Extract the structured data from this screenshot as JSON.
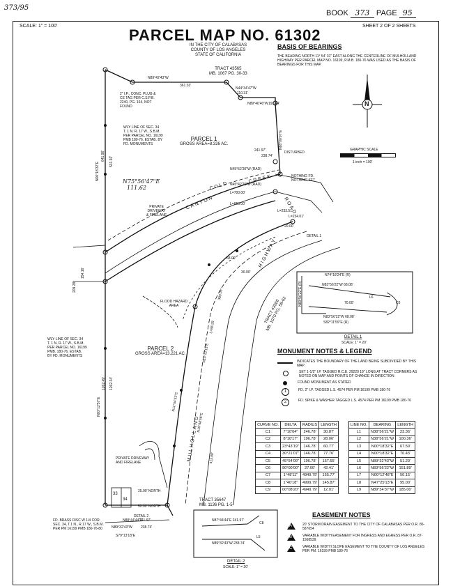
{
  "top_corner": {
    "handwritten_ref": "373/95",
    "book_label": "BOOK",
    "book_number": "373",
    "page_label": "PAGE",
    "page_number": "95"
  },
  "header": {
    "scale": "SCALE: 1\" = 100'",
    "title": "PARCEL MAP NO. 61302",
    "sheet": "SHEET 2 OF 2 SHEETS",
    "city_lines": [
      "IN THE CITY OF CALABASAS",
      "COUNTY OF LOS ANGELES",
      "STATE OF CALIFORNIA"
    ]
  },
  "basis_of_bearings": {
    "heading": "BASIS OF BEARINGS",
    "text": "THE BEARING NORTH 11° 54' 31\" EAST ALONG THE CENTERLINE OF MULHOLLAND HIGHWAY PER PARCEL MAP NO. 16199, P.M.B. 180-76 WAS USED AS THE BASIS OF BEARINGS FOR THIS MAP."
  },
  "north_arrow": {
    "letter": "N"
  },
  "graphic_scale": {
    "label": "GRAPHIC SCALE",
    "unit": "1 inch = 100'"
  },
  "map_labels": {
    "tract_43565": [
      "TRACT 43565",
      "MB. 1067 PG. 30-33"
    ],
    "tract_43566": [
      "TRACT 43566",
      "MB. 1070 PG. 58-62"
    ],
    "tract_35647": [
      "TRACT 35647",
      "MB. 1136 PG. 1-5"
    ],
    "parcel1": [
      "PARCEL 1",
      "GROSS AREA=8.326 AC."
    ],
    "parcel2": [
      "PARCEL 2",
      "GROSS AREA=13.221 AC."
    ],
    "wly_line_top": [
      "WLY LINE OF SEC. 34",
      "T. 1 N. R. 17 W., S.B.M.",
      "PER PARCEL NO. 16199",
      "PMB 180-76. ESTAB. BY",
      "FD. MONUMENTS"
    ],
    "wly_line_bottom": [
      "WLY LINE OF SEC. 34",
      "T. 1 N. R. 17 W., S.B.M.",
      "PER PARCEL NO. 16199",
      "PMB. 180-76. ESTAB.",
      "BY FD. MONUMENTS"
    ],
    "ip_note": [
      "2\" I.P., CONC. PLUG &",
      "CE TAG PER C.S.P.B.",
      "2240, PG. 164, NOT",
      "FOUND"
    ],
    "private_driveway": [
      "PRIVATE",
      "DRIVEWAY",
      "& FIRELANE"
    ],
    "private_driveway2": [
      "PRIVATE DRIVEWAY",
      "AND FIRELANE"
    ],
    "flood": [
      "FLOOD HAZARD",
      "AREA"
    ],
    "nothing_fd": [
      "NOTHING FD.",
      "NOTHING SET"
    ],
    "disturbed": "DISTURBED",
    "cold": "COLD",
    "canyon": "CANYON",
    "creek": "CREEK",
    "road": "ROAD",
    "mulholland": "MULHOLLAND",
    "highway": "HIGHWAY",
    "brass_disc": [
      "FD. BRASS DISC W 1/4 COR.",
      "SEC. 34, T.1 N., R.17 W., S.B.M.",
      "PER PM 16199 PMB 180-76-80"
    ],
    "handwritten_bearing": [
      "N75°56'47\"E",
      "111.62"
    ],
    "section": [
      "33",
      "34"
    ],
    "detail1_ref": "DETAIL 1",
    "detail2_ref": "DETAIL 2",
    "dims": [
      "N89°42'43\"W",
      "361.33'",
      "N44°34'47\"W",
      "110.31'",
      "N89°46'40\"W",
      "191.44'",
      "N00°18'32\"E",
      "641.96'",
      "531.92'",
      "N00°12'57\"E",
      "1262.49'",
      "1262.34'",
      "S79°13'18\"E",
      "N89°32'43\"W",
      "N88°44'44\"E",
      "25.00' NORTH",
      "50.00' NORTH",
      "241.97'",
      "238.74'",
      "N88°00'07\"E",
      "154.16'",
      "209.28'",
      "N45°52'30\"W (RAD)",
      "N45°42'20\"W (RAD)",
      "L=700.00'",
      "L=650.00'",
      "L=233.51'",
      "L=234.01'",
      "20.00'",
      "68.00'",
      "30.00'",
      "380.00'",
      "L=88.25'",
      "N11°54'31\"E",
      "N19°48'56\"E",
      "413.00'",
      "N13°22'15\"E",
      "N11°54'31\"E",
      "R=4949.79'"
    ]
  },
  "detail1": {
    "title": "DETAIL 1",
    "scale": "SCALE: 1\" = 20'",
    "dims": [
      "N74°18'24\"E (R)",
      "N83°56'22\"W 68.08'",
      "70.00'",
      "N83°56'22\"W 68.08'",
      "S82°11'59\"E (R)",
      "L6",
      "C6",
      "N83°56'22\"E (R)"
    ]
  },
  "detail2": {
    "title": "DETAIL 2",
    "scale": "SCALE: 1\" = 20'",
    "dims": [
      "N87°44'44\"E 241.97'",
      "N89°32'43\"W 238.74'",
      "C8",
      "L5"
    ]
  },
  "monuments": {
    "heading": "MONUMENT NOTES & LEGEND",
    "items": [
      {
        "symbol": "line",
        "text": "INDICATES THE BOUNDARY OF THE LAND BEING SUBDIVIDED BY THIS MAP."
      },
      {
        "symbol": "circle",
        "text": "SET 1-1/2\" I.P. TAGGED R.C.E. 29220 18\" LONG AT TRACT CORNERS AS NOTED ON MAP AND POINTS OF CHANGE IN DIRECTION"
      },
      {
        "symbol": "dot",
        "text": "FOUND MONUMENT AS STATED"
      },
      {
        "symbol": "1",
        "text": "FD. 2\" I.P. TAGGED L.S. 4574 PER PM 16199 PMB 180-76"
      },
      {
        "symbol": "2",
        "text": "FD. SPIKE & WASHER TAGGED L.S. 4574 PER PM 16199 PMB 180-76"
      }
    ]
  },
  "curve_table": {
    "headers": [
      "CURVE NO.",
      "DELTA",
      "RADIUS",
      "LENGTH"
    ],
    "rows": [
      [
        "C1",
        "7°10'04\"",
        "246.78'",
        "30.87'"
      ],
      [
        "C2",
        "8°10'17\"",
        "196.78'",
        "28.06'"
      ],
      [
        "C3",
        "23°43'19\"",
        "146.78'",
        "60.77'"
      ],
      [
        "C4",
        "30°21'07\"",
        "146.78'",
        "77.76'"
      ],
      [
        "C5",
        "45°54'09\"",
        "196.78'",
        "157.65'"
      ],
      [
        "C6",
        "90°00'00\"",
        "27.00'",
        "42.41'"
      ],
      [
        "C7",
        "1°48'11\"",
        "4949.79'",
        "155.77'"
      ],
      [
        "C8",
        "1°40'18\"",
        "4999.79'",
        "145.87'"
      ],
      [
        "C9",
        "00°08'20\"",
        "4949.79'",
        "12.01'"
      ]
    ]
  },
  "line_table": {
    "headers": [
      "LINE NO.",
      "BEARING",
      "LENGTH"
    ],
    "rows": [
      [
        "L1",
        "N38°56'21\"W",
        "23.36'"
      ],
      [
        "L2",
        "N38°56'21\"W",
        "100.36'"
      ],
      [
        "L3",
        "N00°18'32\"E",
        "67.59'"
      ],
      [
        "L4",
        "N00°18'32\"E",
        "70.43'"
      ],
      [
        "L5",
        "N89°32'43\"W",
        "51.29'"
      ],
      [
        "L6",
        "N83°56'22\"W",
        "151.89'"
      ],
      [
        "L7",
        "N00°12'48\"E",
        "50.15'"
      ],
      [
        "L8",
        "N47°25'13\"E",
        "95.00'"
      ],
      [
        "L9",
        "N89°34'37\"W",
        "185.00'"
      ]
    ]
  },
  "easements": {
    "heading": "EASEMENT NOTES",
    "items": [
      {
        "letter": "A",
        "text": "20' STORM DRAIN EASEMENT TO THE CITY OF CALABASAS PER O.R. 86-587654"
      },
      {
        "letter": "B",
        "text": "VARIABLE WIDTH EASEMENT FOR INGRESS AND EGRESS PER O.R. 87-1568539"
      },
      {
        "letter": "C",
        "text": "VARIABLE WIDTH SLOPE EASEMENT TO THE COUNTY OF LOS ANGELES PER PM. 16199 PMB 180-76"
      }
    ]
  }
}
